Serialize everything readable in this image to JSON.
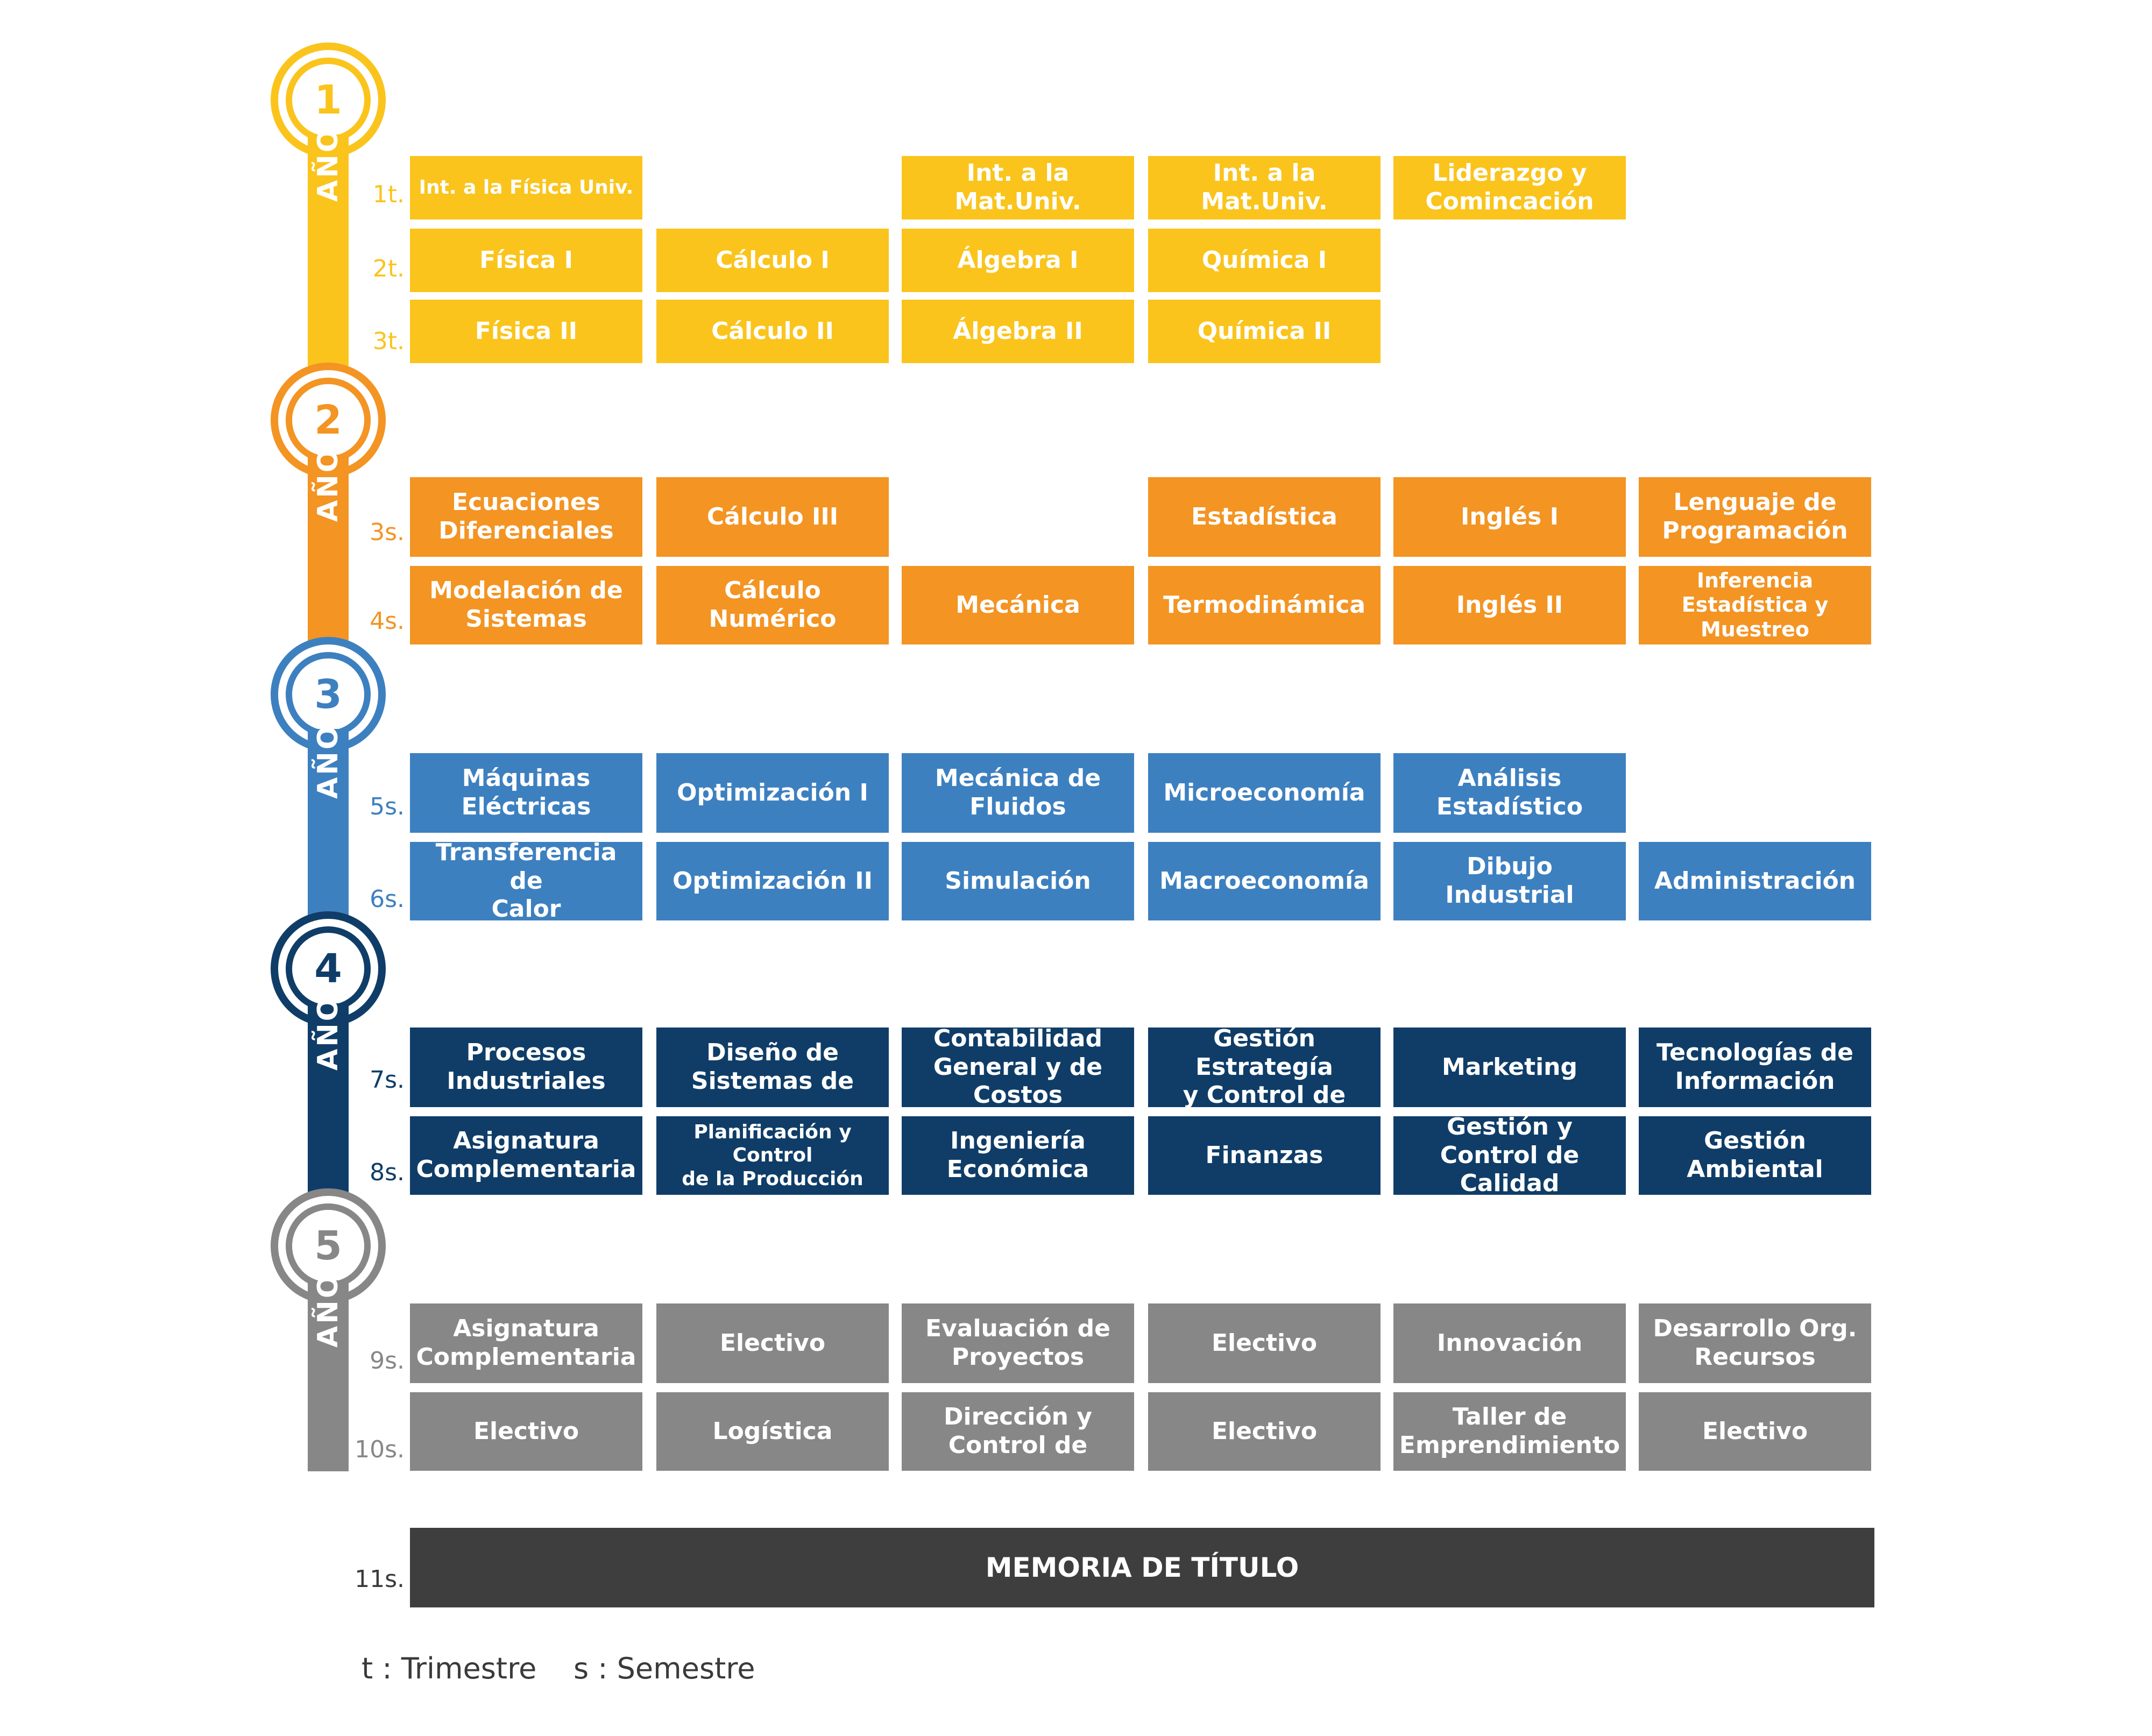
{
  "colors": {
    "year1": "#FAC41C",
    "year2": "#F39423",
    "year3": "#3D80C0",
    "year4": "#0F3D68",
    "year5": "#878787",
    "final": "#3E3E3E"
  },
  "year_word": "AÑO",
  "years": [
    {
      "number": "1",
      "color_key": "year1",
      "periods": [
        {
          "label": "1t.",
          "cells": [
            "Int. a la Física Univ.",
            "",
            "Int. a la Mat.Univ.",
            "Int. a la Mat.Univ.",
            "Liderazgo y\nComincación",
            ""
          ]
        },
        {
          "label": "2t.",
          "cells": [
            "Física I",
            "Cálculo I",
            "Álgebra I",
            "Química I",
            "",
            ""
          ]
        },
        {
          "label": "3t.",
          "cells": [
            "Física II",
            "Cálculo II",
            "Álgebra II",
            "Química II",
            "",
            ""
          ]
        }
      ]
    },
    {
      "number": "2",
      "color_key": "year2",
      "periods": [
        {
          "label": "3s.",
          "cells": [
            "Ecuaciones\nDiferenciales",
            "Cálculo III",
            "",
            "Estadística",
            "Inglés I",
            "Lenguaje de\nProgramación"
          ]
        },
        {
          "label": "4s.",
          "cells": [
            "Modelación de\nSistemas",
            "Cálculo Numérico",
            "Mecánica",
            "Termodinámica",
            "Inglés II",
            "Inferencia\nEstadística y\nMuestreo"
          ]
        }
      ]
    },
    {
      "number": "3",
      "color_key": "year3",
      "periods": [
        {
          "label": "5s.",
          "cells": [
            "Máquinas\nEléctricas",
            "Optimización I",
            "Mecánica de\nFluidos",
            "Microeconomía",
            "Análisis\nEstadístico",
            ""
          ]
        },
        {
          "label": "6s.",
          "cells": [
            "Transferencia de\nCalor",
            "Optimización II",
            "Simulación",
            "Macroeconomía",
            "Dibujo Industrial",
            "Administración"
          ]
        }
      ]
    },
    {
      "number": "4",
      "color_key": "year4",
      "periods": [
        {
          "label": "7s.",
          "cells": [
            "Procesos\nIndustriales",
            "Diseño de\nSistemas de",
            "Contabilidad\nGeneral y de Costos",
            "Gestión Estrategía\ny Control de",
            "Marketing",
            "Tecnologías de\nInformación"
          ]
        },
        {
          "label": "8s.",
          "cells": [
            "Asignatura\nComplementaria",
            "Planificación y Control\nde la Producción",
            "Ingeniería\nEconómica",
            "Finanzas",
            "Gestión y Control de\nCalidad",
            "Gestión Ambiental"
          ]
        }
      ]
    },
    {
      "number": "5",
      "color_key": "year5",
      "periods": [
        {
          "label": "9s.",
          "cells": [
            "Asignatura\nComplementaria",
            "Electivo",
            "Evaluación de\nProyectos",
            "Electivo",
            "Innovación",
            "Desarrollo Org.\nRecursos"
          ]
        },
        {
          "label": "10s.",
          "cells": [
            "Electivo",
            "Logística",
            "Dirección y\nControl de",
            "Electivo",
            "Taller de\nEmprendimiento",
            "Electivo"
          ]
        }
      ]
    }
  ],
  "final": {
    "label": "11s.",
    "title": "MEMORIA DE TÍTULO"
  },
  "legend": "t : Trimestre    s : Semestre"
}
